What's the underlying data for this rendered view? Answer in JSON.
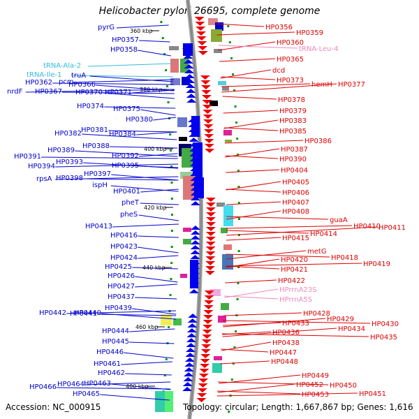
{
  "title": "Helicobacter pylori 26695, complete genome",
  "footer": {
    "accession": "Accession: NC_000915",
    "topology": "Topology: circular; Length: 1,667,867 bp; Genes: 1,616"
  },
  "colors": {
    "minus_label": "#0000cc",
    "plus_label": "#dd0000",
    "trna_minus": "#33bbdd",
    "rna_plus": "#ee88bb",
    "backbone": "#888888",
    "tick": "#009900"
  },
  "kbp_markers": [
    "360 kbp",
    "380 kbp",
    "400 kbp",
    "420 kbp",
    "440 kbp",
    "460 kbp",
    "480 kbp"
  ],
  "minus_genes": [
    "pyrG",
    "HP0357",
    "HP0358",
    "tRNA-Ala-2",
    "tRNA-Ile-1",
    "truA",
    "pcm",
    "HP0362",
    "HP0366",
    "nrdF",
    "HP0367",
    "HP0370",
    "HP0371",
    "HP0374",
    "HP0375",
    "HP0380",
    "HP0381",
    "HP0382",
    "HP0384",
    "HP0388",
    "HP0389",
    "HP0392",
    "HP0391",
    "HP0393",
    "HP0394",
    "HP0395",
    "HP0397",
    "rpsA",
    "HP0398",
    "ispH",
    "HP0401",
    "pheT",
    "pheS",
    "HP0413",
    "HP0416",
    "HP0423",
    "HP0424",
    "HP0425",
    "HP0426",
    "HP0427",
    "HP0437",
    "HP0439",
    "HP0442",
    "HP0441",
    "HP0440",
    "HP0444",
    "HP0445",
    "HP0446",
    "HP0461",
    "HP0462",
    "HP0463",
    "HP0464",
    "HP0466",
    "HP0465"
  ],
  "plus_genes": [
    "HP0356",
    "HP0359",
    "HP0360",
    "tRNA-Leu-4",
    "HP0365",
    "dcd",
    "HP0373",
    "hemH",
    "HP0377",
    "HP0378",
    "HP0379",
    "HP0383",
    "HP0385",
    "HP0386",
    "HP0387",
    "HP0390",
    "HP0404",
    "HP0405",
    "HP0406",
    "HP0407",
    "HP0408",
    "guaA",
    "HP0410",
    "HP0411",
    "HP0414",
    "HP0415",
    "metG",
    "HP0418",
    "HP0419",
    "HP0420",
    "HP0421",
    "HP0422",
    "HPrrnA23S",
    "HPrrnA5S",
    "HP0428",
    "HP0429",
    "HP0430",
    "HP0433",
    "HP0434",
    "HP0435",
    "HP0436",
    "HP0438",
    "HP0447",
    "HP0448",
    "HP0449",
    "HP0450",
    "HP0451",
    "HP0452",
    "HP0453"
  ]
}
